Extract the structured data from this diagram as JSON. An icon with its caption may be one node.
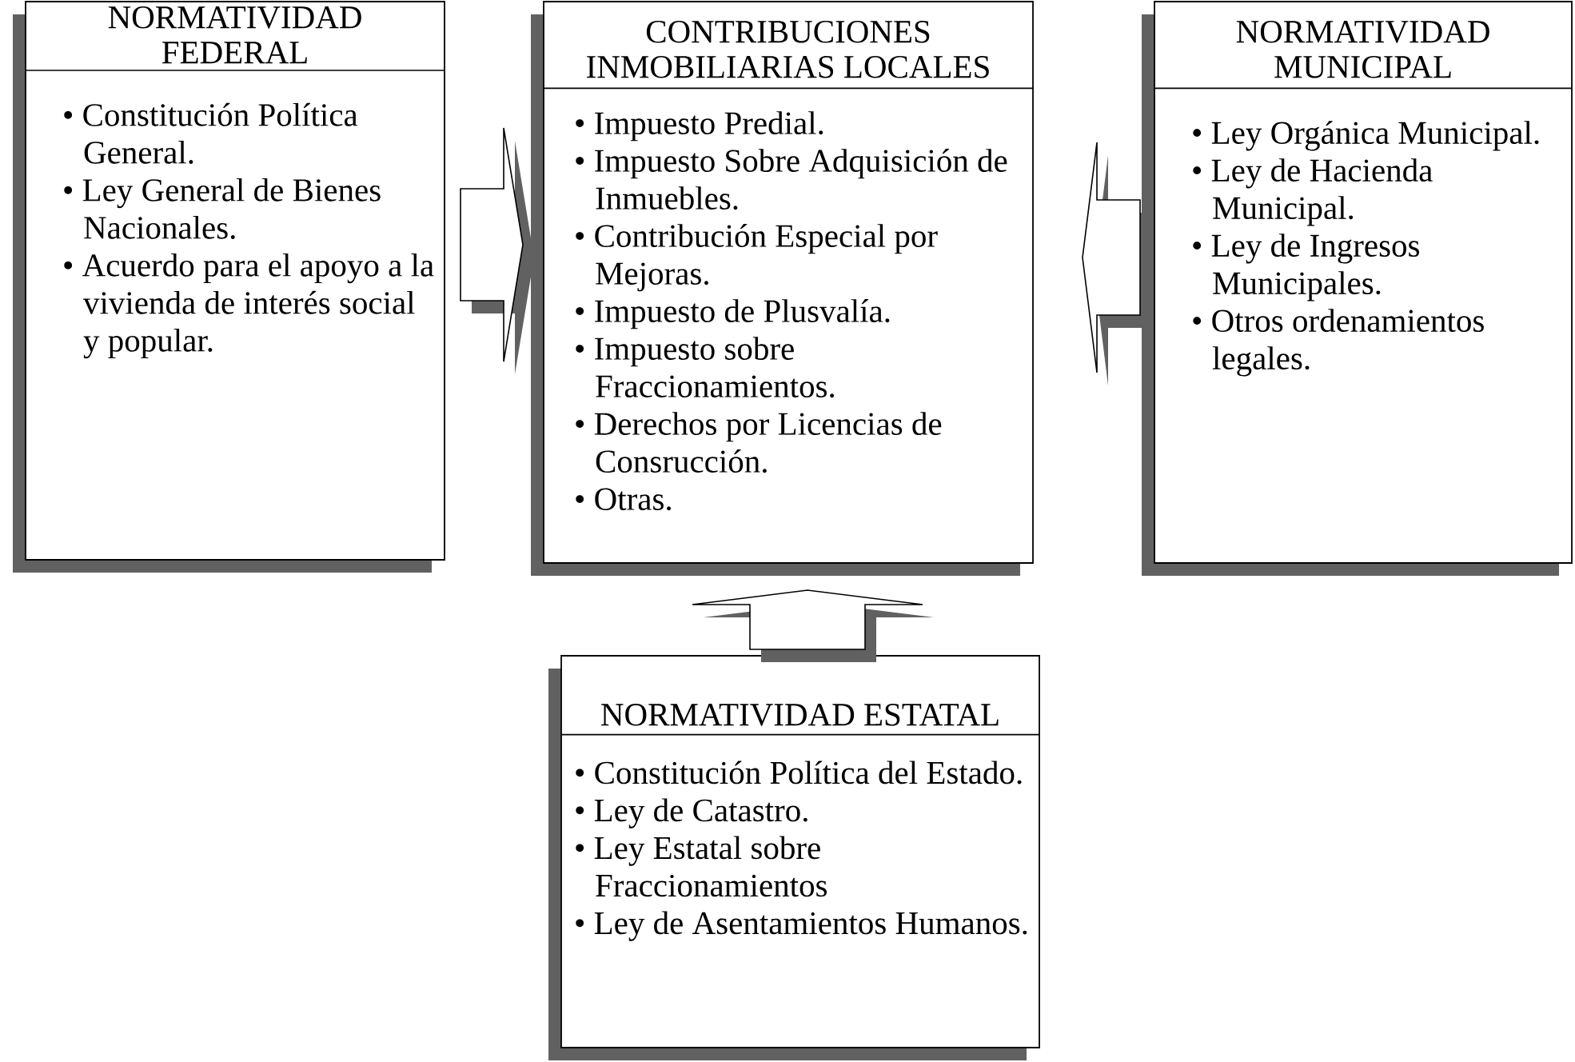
{
  "diagram": {
    "nodes": [
      {
        "text": [
          "NORMATIVIDAD FEDERAL",
          "• Constitución Política General.",
          "• Ley General de Bienes Nacionales.",
          "• Acuerdo para el apoyo a la vivienda de interés social y popular."
        ]
      },
      {
        "text": [
          "CONTRIBUCIONES INMOBILIARIAS LOCALES",
          "• Impuesto Predial.",
          "• Impuesto Sobre Adquisición de Inmuebles.",
          "• Contribución Especial por Mejoras.",
          "• Impuesto de Plusvalía.",
          "• Impuesto sobre Fraccionamientos.",
          "• Derechos por Licencias de Consrucción.",
          "• Otras."
        ]
      },
      {
        "text": [
          "NORMATIVIDAD MUNICIPAL",
          "• Ley Orgánica Municipal.",
          "• Ley de Hacienda Municipal.",
          "• Ley de Ingresos Municipales.",
          "• Otros ordenamientos legales."
        ]
      },
      {
        "text": [
          "NORMATIVIDAD ESTATAL",
          "• Constitución Política del Estado.",
          "• Ley de Catastro.",
          "• Ley Estatal sobre Fraccionamientos",
          "• Ley de Asentamientos Humanos."
        ]
      }
    ],
    "edges": [
      {
        "from": 0,
        "to": 1,
        "arrow": "to"
      },
      {
        "from": 2,
        "to": 1,
        "arrow": "to"
      },
      {
        "from": 3,
        "to": 1,
        "arrow": "to"
      }
    ]
  }
}
